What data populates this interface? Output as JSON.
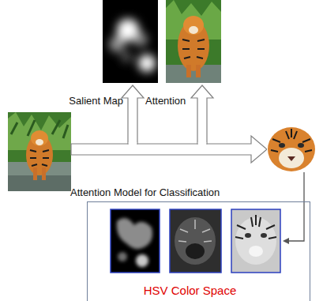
{
  "diagram": {
    "nodes": [
      {
        "text": [
          "Attention Model for Classification",
          "HSV Color Space"
        ]
      }
    ],
    "labels": [
      "Salient Map",
      "Attention"
    ]
  }
}
